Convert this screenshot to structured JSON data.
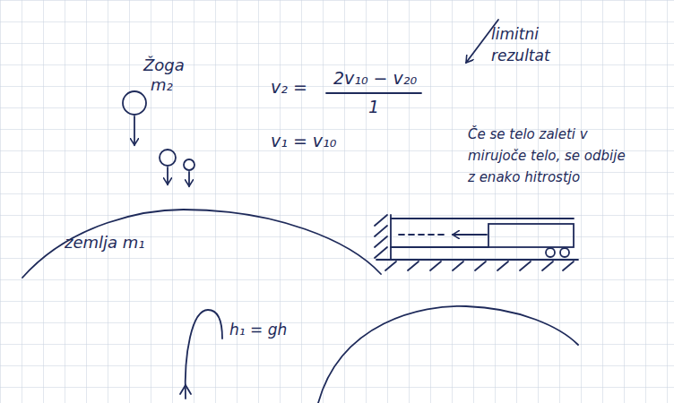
{
  "diagram": {
    "nodes": [
      {
        "text": [
          "zemlja m₁"
        ]
      }
    ],
    "labels": [
      "Žoga",
      "m₂",
      "v₂ =",
      "2v₁₀ − v₂₀",
      "1",
      "v₁ = v₁₀",
      "limitni rezultat",
      "h₁ = gh",
      "Če se telo zaleti v mirujoče telo, se odbije z enako hitrostjo"
    ]
  }
}
